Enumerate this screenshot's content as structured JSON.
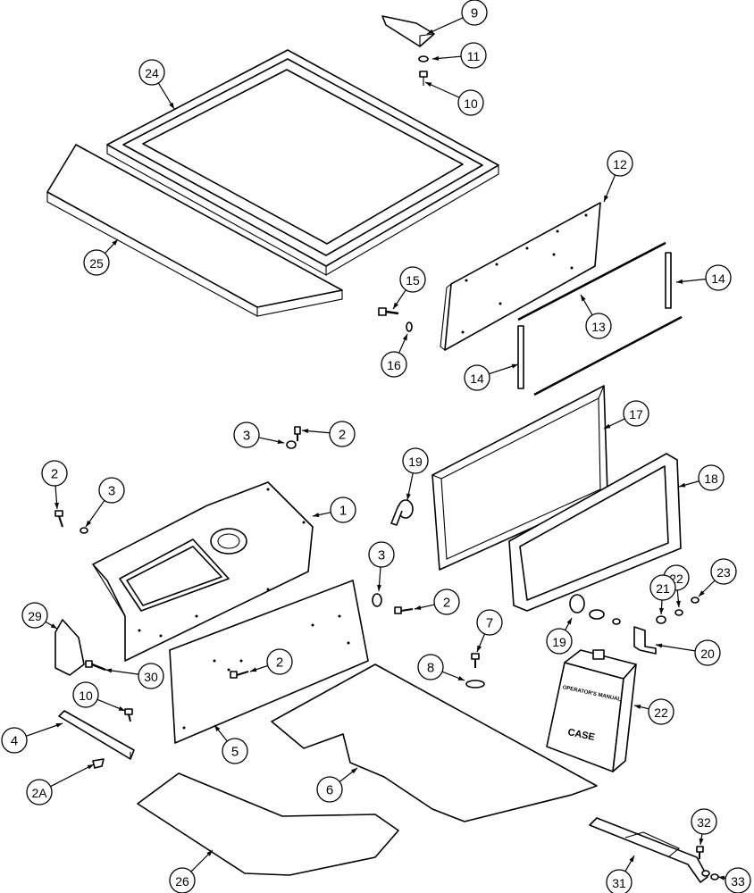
{
  "callouts": [
    "9",
    "11",
    "10",
    "24",
    "12",
    "25",
    "15",
    "14",
    "13",
    "16",
    "14",
    "17",
    "3",
    "2",
    "19",
    "2",
    "3",
    "1",
    "18",
    "3",
    "2",
    "23",
    "22",
    "21",
    "29",
    "7",
    "19",
    "20",
    "2",
    "8",
    "30",
    "10",
    "22",
    "4",
    "5",
    "6",
    "2A",
    "32",
    "26",
    "31",
    "33"
  ],
  "storage_box_label": "OPERATOR'S MANUAL",
  "storage_box_logo": "CASE"
}
